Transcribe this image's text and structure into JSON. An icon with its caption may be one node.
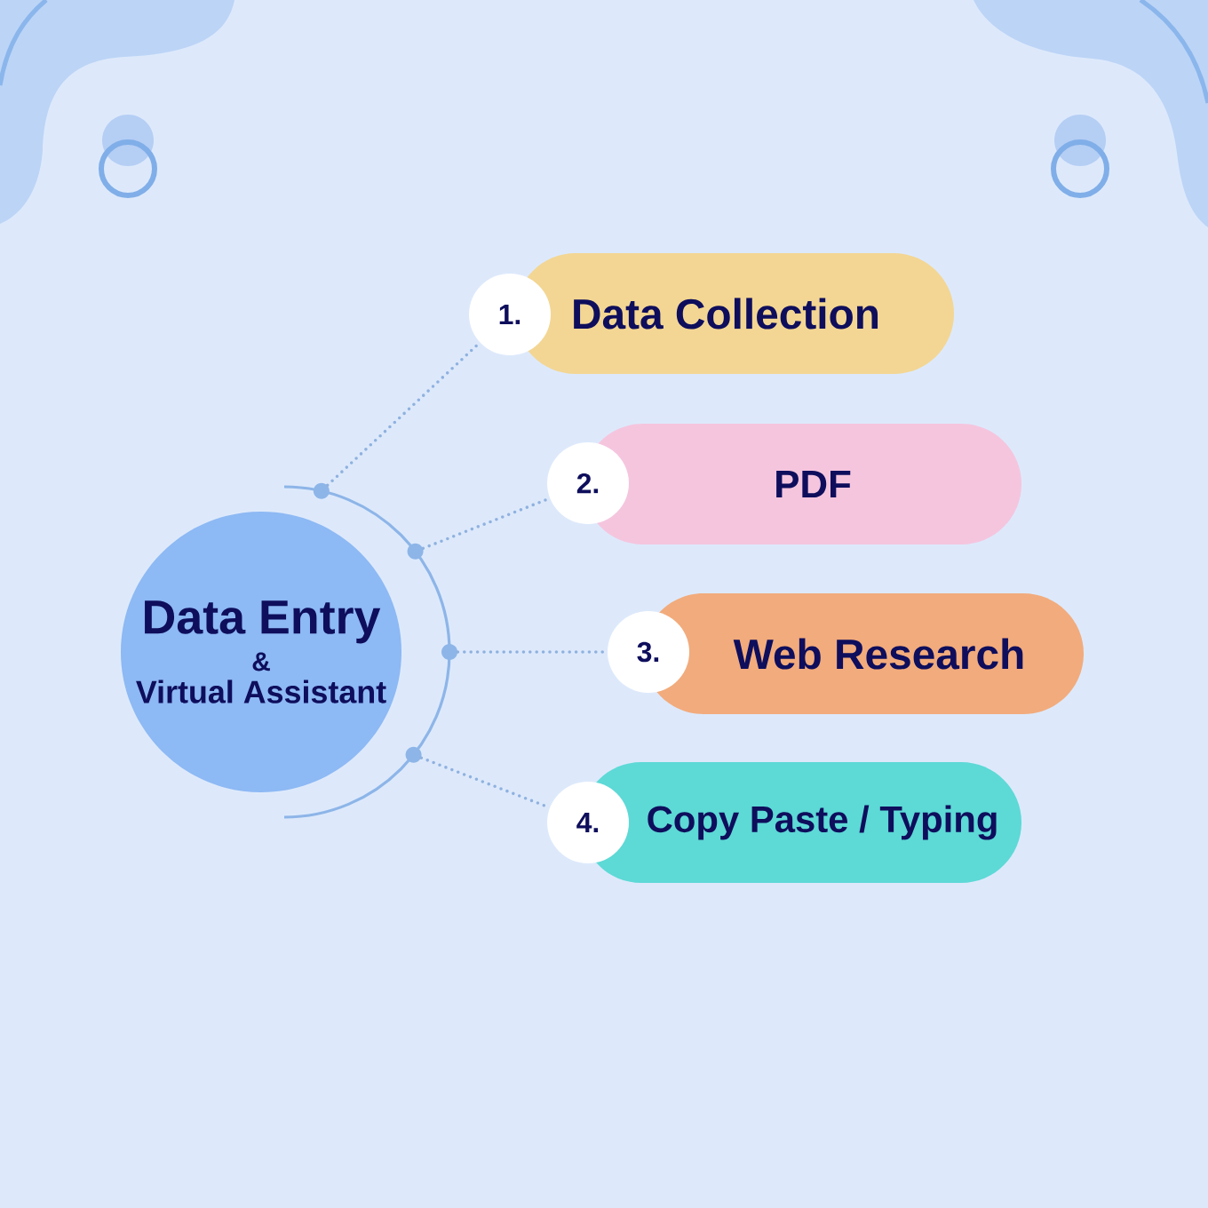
{
  "diagram": {
    "nodes": [
      {
        "text": [
          "Data Entry",
          "&",
          "Virtual Assistant"
        ]
      },
      {
        "text": [],
        "shape": "circle"
      },
      {
        "text": [],
        "shape": "circle"
      },
      {
        "text": [],
        "shape": "circle"
      },
      {
        "text": [],
        "shape": "circle"
      },
      {
        "text": [
          "1."
        ]
      },
      {
        "text": [
          "Data Collection"
        ]
      },
      {
        "text": [
          "2."
        ]
      },
      {
        "text": [
          "PDF"
        ]
      },
      {
        "text": [
          "3."
        ]
      },
      {
        "text": [
          "Web Research"
        ]
      },
      {
        "text": [
          "4."
        ]
      },
      {
        "text": [
          "Copy Paste / Typing"
        ]
      }
    ],
    "edges": [
      {
        "from": 1,
        "to": 5,
        "arrow": "none",
        "style": "dashed"
      },
      {
        "from": 2,
        "to": 7,
        "arrow": "none",
        "style": "dashed"
      },
      {
        "from": 3,
        "to": 9,
        "arrow": "none",
        "style": "dashed"
      },
      {
        "from": 4,
        "to": 11,
        "arrow": "none",
        "style": "dashed"
      }
    ]
  }
}
